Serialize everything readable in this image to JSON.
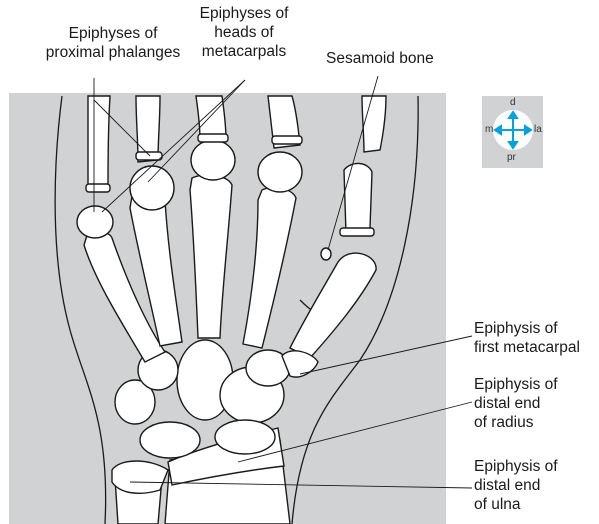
{
  "labels": {
    "proximal_phalanges": [
      "Epiphyses of",
      "proximal phalanges"
    ],
    "metacarpal_heads": [
      "Epiphyses of",
      "heads of",
      "metacarpals"
    ],
    "sesamoid": [
      "Sesamoid bone"
    ],
    "first_metacarpal": [
      "Epiphysis of",
      "first metacarpal"
    ],
    "radius": [
      "Epiphysis of",
      "distal end",
      "of radius"
    ],
    "ulna": [
      "Epiphysis of",
      "distal end",
      "of ulna"
    ]
  },
  "orientation": {
    "top": "d",
    "left": "m",
    "right": "la",
    "bottom": "pr"
  },
  "colors": {
    "background": "#d1d2d4",
    "bone_fill": "#ffffff",
    "outline": "#1a1a1a",
    "arrow": "#00a3e0"
  }
}
